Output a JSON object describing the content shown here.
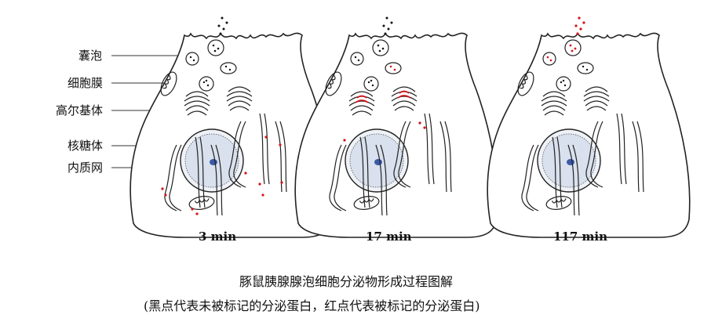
{
  "labels": {
    "vesicle": "囊泡",
    "membrane": "细胞膜",
    "golgi": "高尔基体",
    "ribosome": "核糖体",
    "er": "内质网"
  },
  "times": [
    "3 min",
    "17 min",
    "117 min"
  ],
  "caption": {
    "title": "豚鼠胰腺腺泡细胞分泌物形成过程图解",
    "note": "(黑点代表未被标记的分泌蛋白，红点代表被标记的分泌蛋白)"
  },
  "colors": {
    "unlabeled": "#111111",
    "labeled": "#d4121a",
    "nucleolus": "#3b5aa6"
  }
}
